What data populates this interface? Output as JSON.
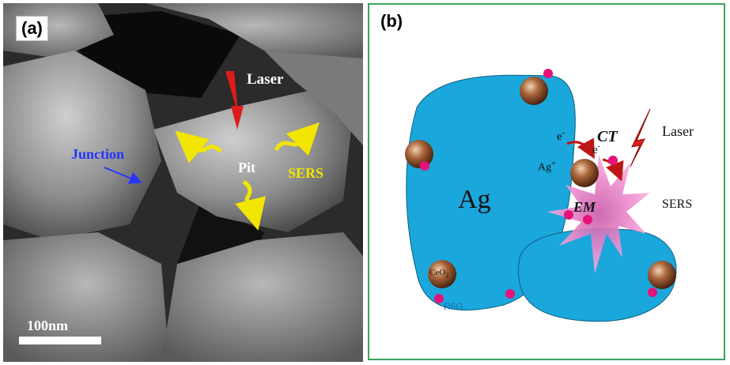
{
  "panel_a": {
    "tag": "(a)",
    "labels": {
      "laser": "Laser",
      "pit": "Pit",
      "sers": "SERS",
      "junction": "Junction",
      "scale": "100nm"
    }
  },
  "panel_b": {
    "tag": "(b)",
    "labels": {
      "ag": "Ag",
      "laser": "Laser",
      "ct": "CT",
      "em": "EM",
      "sers": "SERS",
      "e1": "e",
      "e2": "e",
      "sup_minus": "-",
      "ag_ion": "Ag",
      "sup_plus": "+",
      "ceo2": "CeO",
      "sub2": "2",
      "r6g": "R6G"
    }
  },
  "colors": {
    "frame": "#3aa35c",
    "ag_blue": "#1aa7dc",
    "ceo2_brown": "#8a4a1e",
    "r6g_pink": "#e5127a",
    "laser_red": "#e01b1b",
    "sers_yellow": "#f2e600",
    "junction_blue": "#2536ff"
  }
}
